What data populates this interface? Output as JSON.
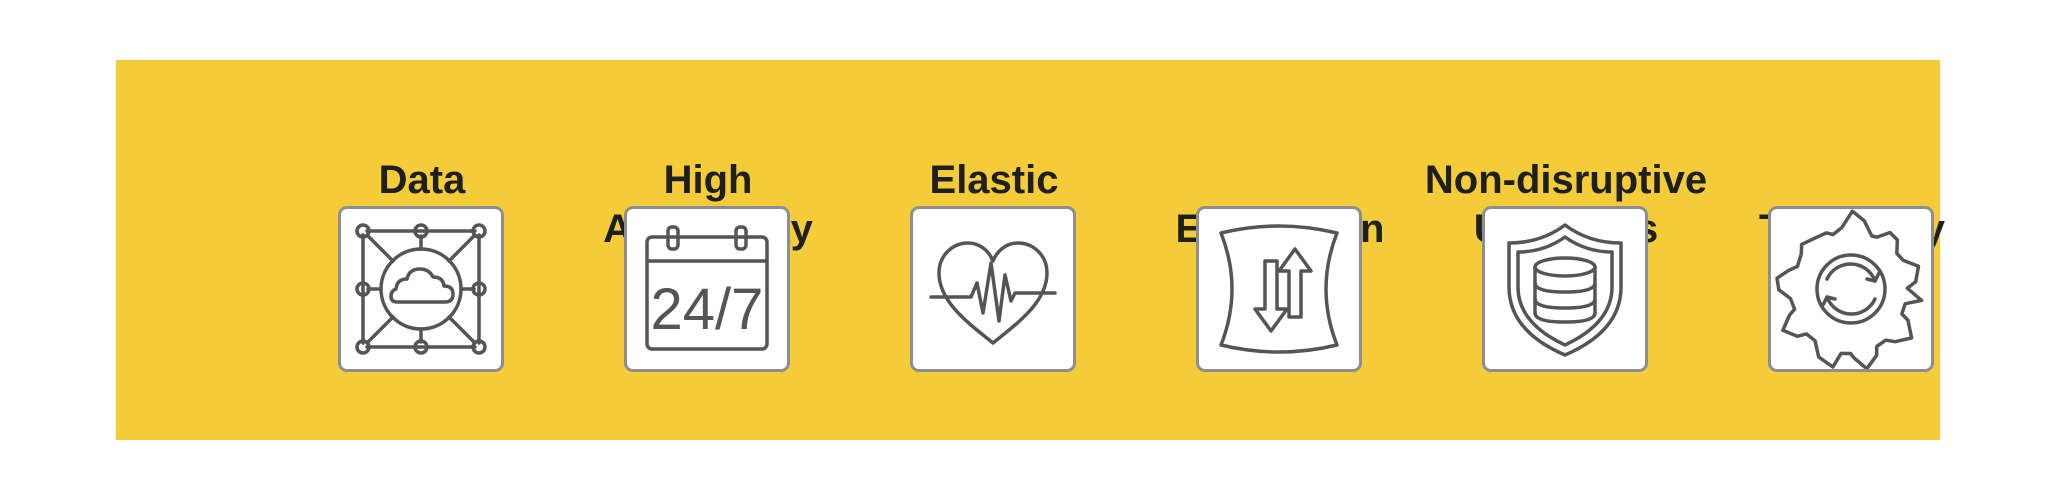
{
  "features": [
    {
      "title": "Data\nIntegrity",
      "icon": "cloud-network-icon"
    },
    {
      "title": "High\nAvailability",
      "icon": "calendar-24-7-icon"
    },
    {
      "title": "Elastic\nScaling",
      "icon": "heart-pulse-icon"
    },
    {
      "title": "Encryption",
      "icon": "data-transfer-arrows-icon"
    },
    {
      "title": "Non-disruptive\nUpgrades",
      "icon": "shield-database-icon"
    },
    {
      "title": "Telemetry",
      "icon": "gear-sync-icon"
    }
  ],
  "icon_texts": {
    "calendar": "24/7"
  },
  "colors": {
    "banner": "#f4cc3a",
    "title_text": "#1f1f1f",
    "icon_stroke": "#555555",
    "icon_border": "#8e8e8e"
  }
}
